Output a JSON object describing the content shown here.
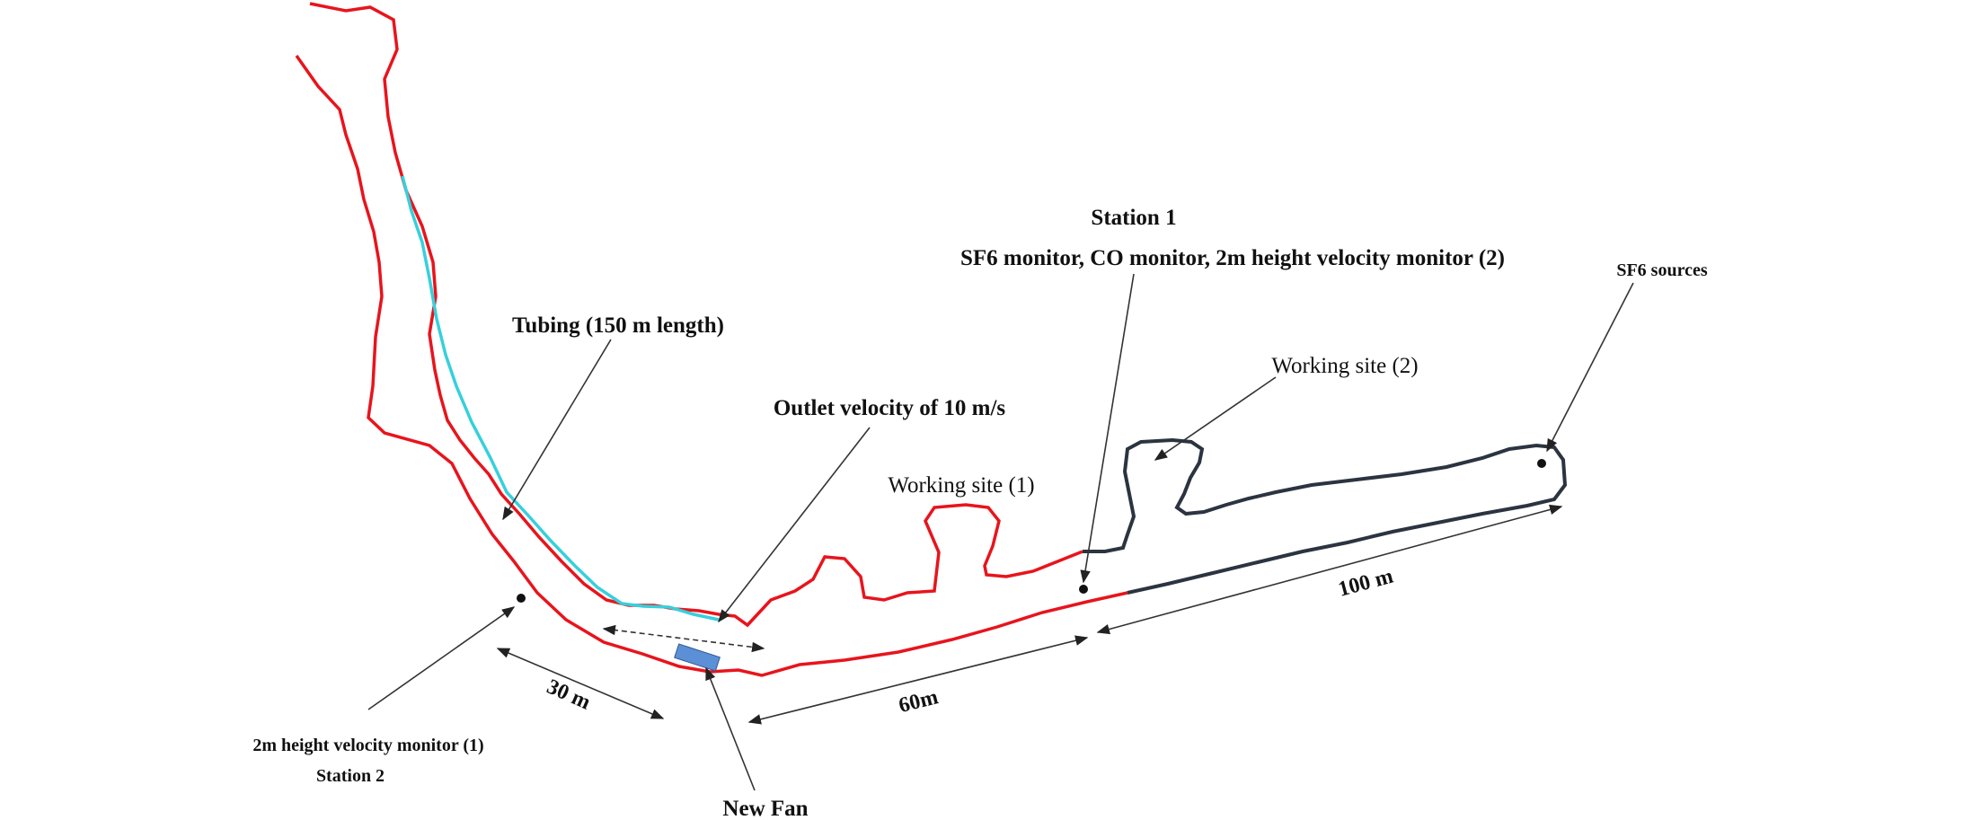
{
  "labels": {
    "station1_title": "Station 1",
    "station1_desc": "SF6 monitor, CO monitor, 2m height velocity monitor (2)",
    "sf6_sources": "SF6 sources",
    "tubing": "Tubing (150 m length)",
    "outlet_velocity": "Outlet velocity of 10 m/s",
    "working_site_1": "Working site (1)",
    "working_site_2": "Working site (2)",
    "station2_desc": "2m height velocity monitor (1)",
    "station2_title": "Station 2",
    "new_fan": "New Fan"
  },
  "dimensions": {
    "d30": "30 m",
    "d60": "60m",
    "d100": "100 m"
  },
  "colors": {
    "ventilated_airway": "#e8141c",
    "unventilated_airway": "#2b3440",
    "tubing": "#36d0dc",
    "fan": "#5b8fd6"
  }
}
